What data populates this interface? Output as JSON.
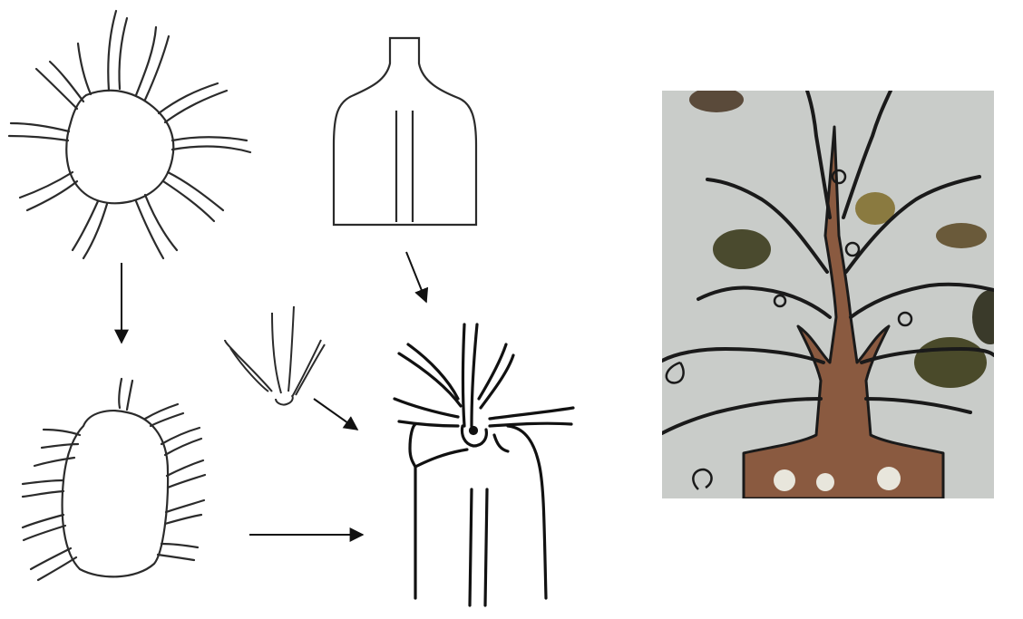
{
  "figure": {
    "panels": [
      {
        "id": "ring-sketch",
        "kind": "drawing"
      },
      {
        "id": "bottle-sketch",
        "kind": "drawing"
      },
      {
        "id": "oval-sketch",
        "kind": "drawing"
      },
      {
        "id": "tuft-sketch",
        "kind": "drawing"
      },
      {
        "id": "combined-sketch",
        "kind": "drawing"
      },
      {
        "id": "artifact-photo",
        "kind": "photograph"
      }
    ],
    "arrows": [
      {
        "from": "ring-sketch",
        "to": "oval-sketch"
      },
      {
        "from": "bottle-sketch",
        "to": "combined-sketch"
      },
      {
        "from": "tuft-sketch",
        "to": "combined-sketch"
      },
      {
        "from": "oval-sketch",
        "to": "combined-sketch"
      }
    ],
    "colors": {
      "ink": "#2b2b2b",
      "ink_dark": "#111111",
      "photo_bg": "#c9ccc9",
      "photo_sheet": "#8a5a40",
      "photo_outline": "#1a1a1a"
    }
  }
}
